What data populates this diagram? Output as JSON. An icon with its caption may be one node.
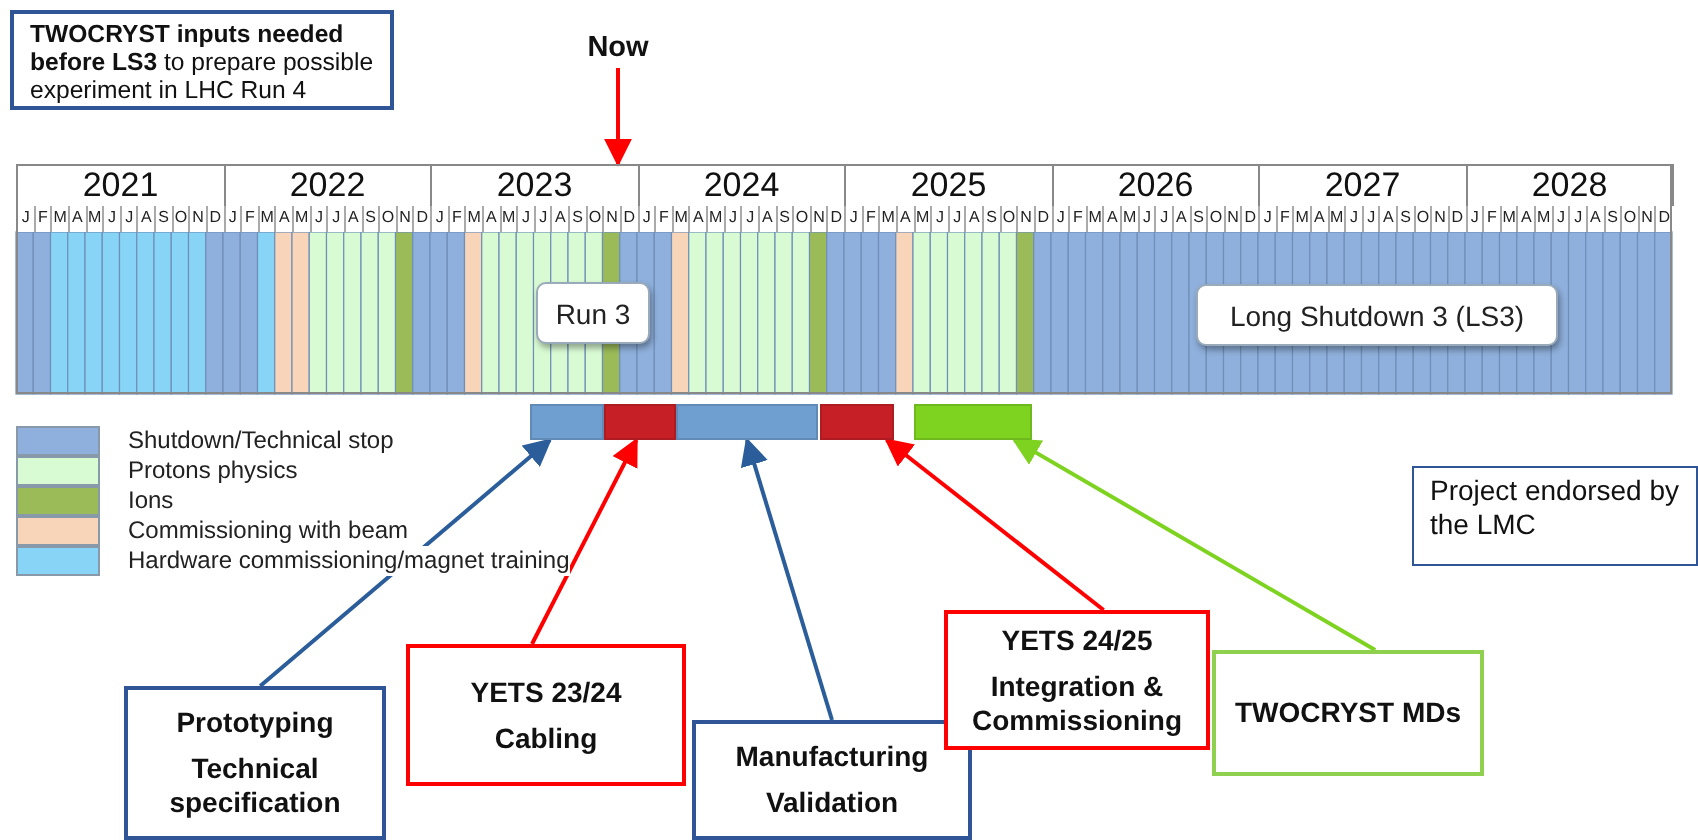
{
  "diagram": {
    "nodes": [
      {
        "text": [
          "**TWOCRYST inputs needed before LS3** to prepare possible experiment in LHC Run 4"
        ]
      },
      {
        "text": [
          "Now"
        ]
      },
      {
        "text": [],
        "shape": "box"
      },
      {
        "text": [
          "Run 3"
        ],
        "in": 2
      },
      {
        "text": [
          "Long Shutdown 3 (LS3)"
        ],
        "in": 2
      },
      {
        "text": [],
        "shape": "bar"
      },
      {
        "text": [],
        "shape": "bar"
      },
      {
        "text": [],
        "shape": "bar"
      },
      {
        "text": [],
        "shape": "bar"
      },
      {
        "text": [],
        "shape": "bar"
      },
      {
        "text": [
          "Prototyping",
          "Technical specification"
        ]
      },
      {
        "text": [
          "YETS 23/24",
          "Cabling"
        ]
      },
      {
        "text": [
          "Manufacturing",
          "Validation"
        ]
      },
      {
        "text": [
          "YETS 24/25",
          "Integration & Commissioning"
        ]
      },
      {
        "text": [
          "TWOCRYST MDs"
        ]
      },
      {
        "text": [
          "Project endorsed by the LMC"
        ]
      }
    ],
    "edges": [
      {
        "from": 1,
        "to": 2,
        "arrow": "to"
      },
      {
        "from": 10,
        "to": 5,
        "arrow": "to",
        "color": "#2a5d9a"
      },
      {
        "from": 11,
        "to": 6,
        "arrow": "to"
      },
      {
        "from": 12,
        "to": 7,
        "arrow": "to",
        "color": "#2a5d9a"
      },
      {
        "from": 13,
        "to": 8,
        "arrow": "to"
      },
      {
        "from": 14,
        "to": 9,
        "arrow": "to",
        "color": "#7ed321"
      }
    ],
    "labels": [
      "2021",
      "2022",
      "2023",
      "2024",
      "2025",
      "2026",
      "2027",
      "2028",
      "J",
      "F",
      "M",
      "A",
      "M",
      "J",
      "J",
      "A",
      "S",
      "O",
      "N",
      "D",
      "J",
      "F",
      "M",
      "A",
      "M",
      "J",
      "J",
      "A",
      "S",
      "O",
      "N",
      "D",
      "J",
      "F",
      "M",
      "A",
      "M",
      "J",
      "J",
      "A",
      "S",
      "O",
      "N",
      "D",
      "J",
      "F",
      "M",
      "A",
      "M",
      "J",
      "J",
      "A",
      "S",
      "O",
      "N",
      "D",
      "J",
      "F",
      "M",
      "A",
      "M",
      "J",
      "J",
      "A",
      "S",
      "O",
      "N",
      "D",
      "J",
      "F",
      "M",
      "A",
      "M",
      "J",
      "J",
      "A",
      "S",
      "O",
      "N",
      "D",
      "J",
      "F",
      "M",
      "A",
      "M",
      "J",
      "J",
      "A",
      "S",
      "O",
      "N",
      "D",
      "J",
      "F",
      "M",
      "A",
      "M",
      "J",
      "J",
      "A",
      "S",
      "O",
      "N",
      "D"
    ],
    "legend": [
      {
        "text": "Shutdown/Technical stop",
        "color": "#8fb0dc"
      },
      {
        "text": "Protons physics",
        "color": "#d9fbd3"
      },
      {
        "text": "Ions",
        "color": "#9bbb59"
      },
      {
        "text": "Commissioning with beam",
        "color": "#f8d5b8"
      },
      {
        "text": "Hardware commissioning/magnet training",
        "color": "#87d4f7"
      }
    ]
  }
}
